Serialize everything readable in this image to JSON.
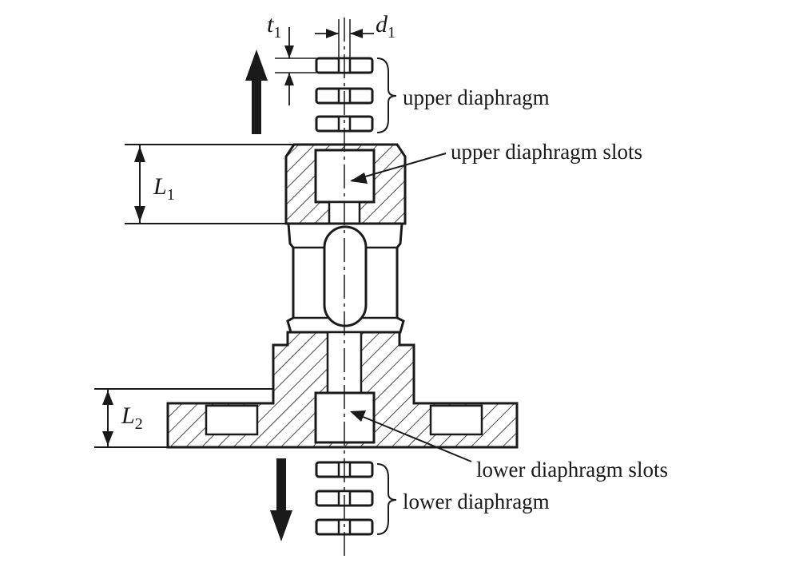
{
  "labels": {
    "upper_diaphragm": "upper diaphragm",
    "upper_slots": "upper diaphragm slots",
    "lower_slots": "lower diaphragm slots",
    "lower_diaphragm": "lower diaphragm"
  },
  "dimensions": {
    "t1": {
      "symbol": "t",
      "subscript": "1"
    },
    "d1": {
      "symbol": "d",
      "subscript": "1"
    },
    "L1": {
      "symbol": "L",
      "subscript": "1"
    },
    "L2": {
      "symbol": "L",
      "subscript": "2"
    }
  },
  "colors": {
    "ink": "#1a1a1a",
    "background": "#ffffff"
  }
}
